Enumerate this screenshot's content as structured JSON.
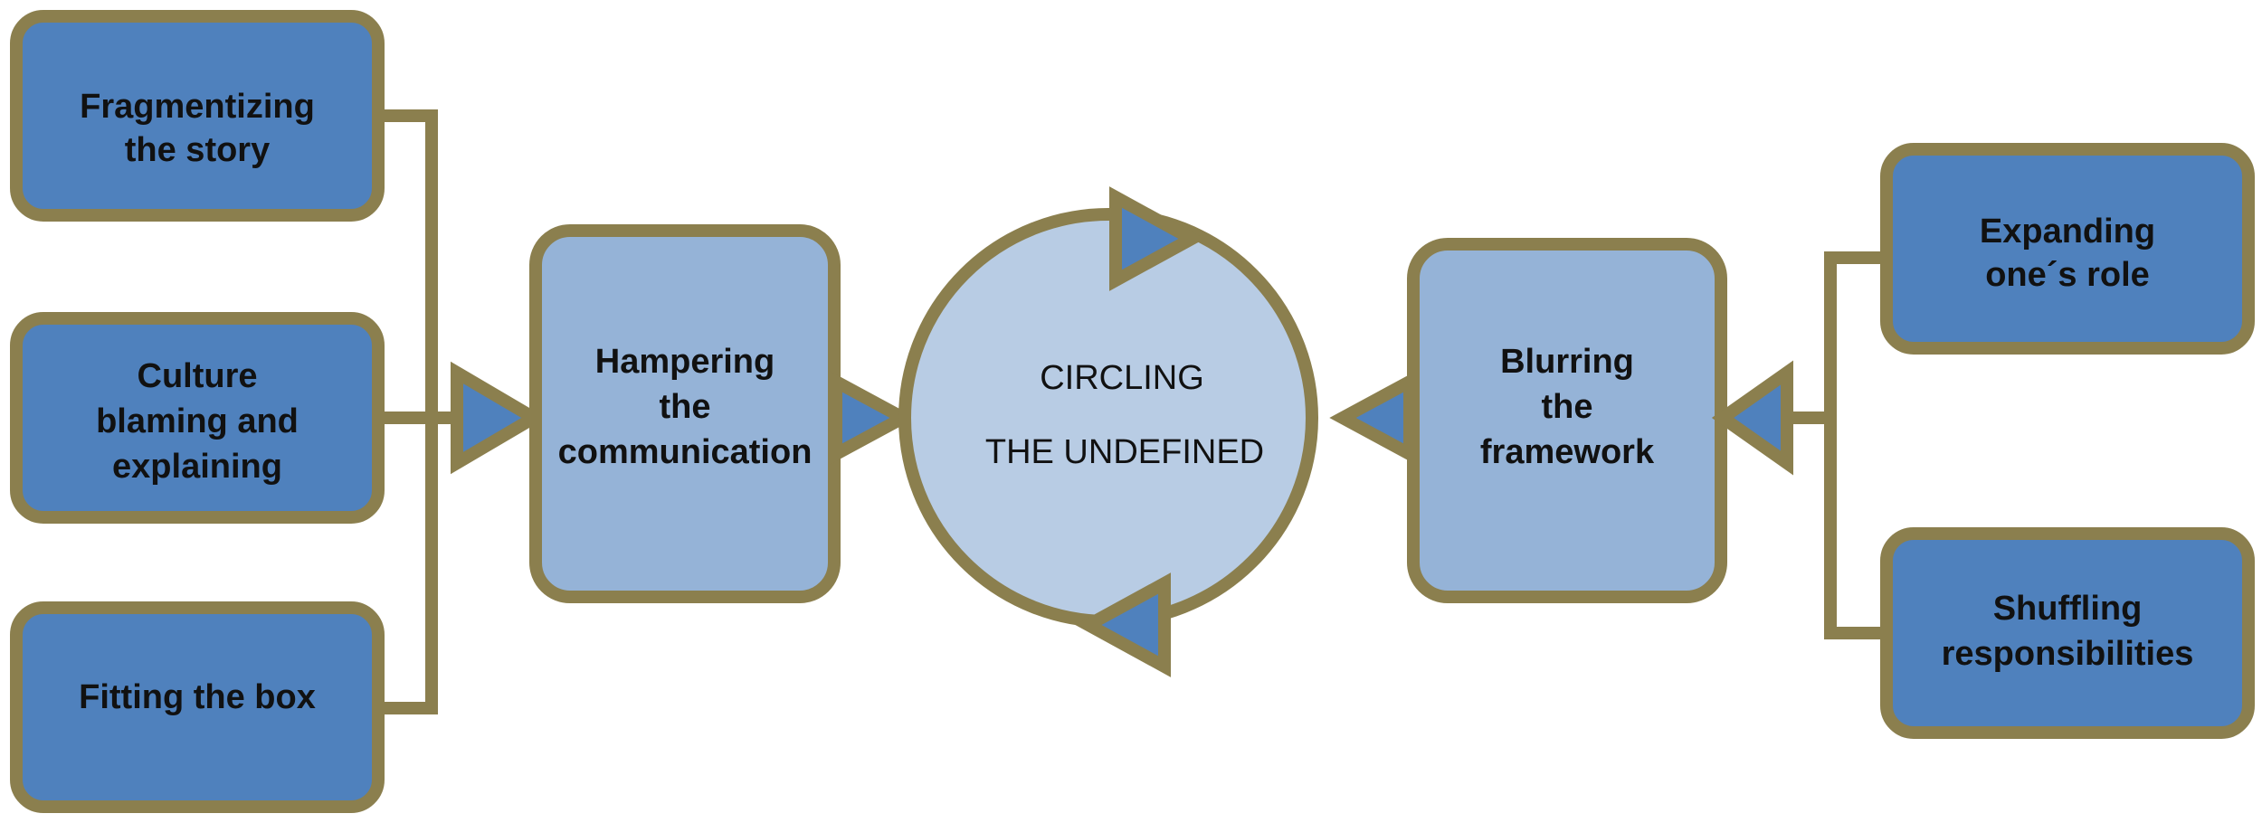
{
  "colors": {
    "outline": "#8B7F4E",
    "box_dark": "#4F81BD",
    "box_light": "#95B3D7",
    "circle_fill": "#B8CCE4",
    "arrow_fill": "#4F81BD",
    "background": "#FFFFFF"
  },
  "left_boxes": [
    {
      "line1": "Fragmentizing",
      "line2": "the story"
    },
    {
      "line1": "Culture",
      "line2": "blaming and",
      "line3": "explaining"
    },
    {
      "line1": "Fitting the box"
    }
  ],
  "middle_left": {
    "line1": "Hampering",
    "line2": "the",
    "line3": "communication"
  },
  "center": {
    "line1": "CIRCLING",
    "line2": "THE UNDEFINED"
  },
  "middle_right": {
    "line1": "Blurring",
    "line2": "the",
    "line3": "framework"
  },
  "right_boxes": [
    {
      "line1": "Expanding",
      "line2": "one´s role"
    },
    {
      "line1": "Shuffling",
      "line2": "responsibilities"
    }
  ]
}
